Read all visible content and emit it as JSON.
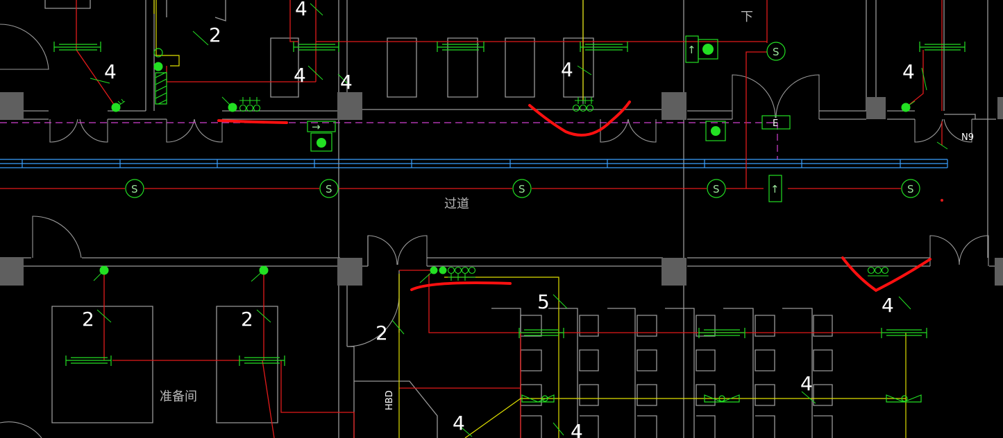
{
  "drawing": {
    "layers_visible": [
      "walls",
      "doors",
      "sprinkler-pipes",
      "sprinkler-heads",
      "lighting",
      "ducts",
      "markup"
    ],
    "colors": {
      "background": "#000000",
      "wall": "#9a9a9a",
      "column": "#5f5f5f",
      "pipe": "#e21b1b",
      "symbol": "#23e023",
      "yellow_pipe": "#e0e000",
      "duct_blue": "#3aa0ff",
      "axis_magenta": "#d040d0",
      "markup_red": "#ff1010"
    }
  },
  "labels": {
    "corridor": "过道",
    "prep_room": "准备间",
    "partial_top": "下",
    "grid_tag": "N9",
    "equip_tag": "HBD",
    "exit_sign": "E",
    "smoke_symbol": "S",
    "riser_symbol": "↑",
    "arrow_symbol": "→"
  },
  "wire_counts": [
    "2",
    "4",
    "4",
    "4",
    "4",
    "4",
    "4",
    "2",
    "2",
    "2",
    "5",
    "4",
    "4",
    "4",
    "4"
  ]
}
